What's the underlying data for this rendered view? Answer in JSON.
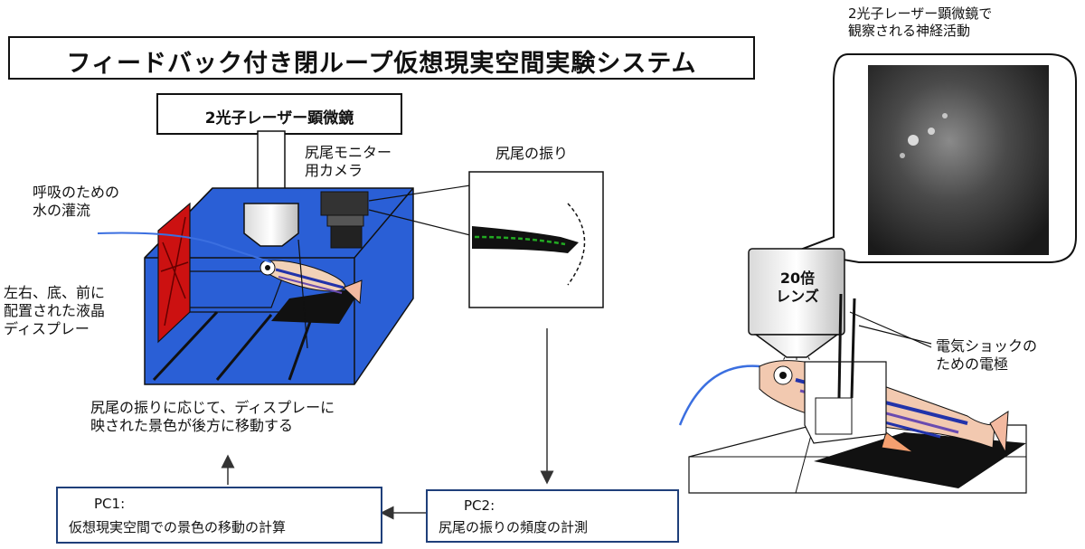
{
  "title": "フィードバック付き閉ループ仮想現実空間実験システム",
  "microscope_label": "2光子レーザー顕微鏡",
  "camera_label": [
    "尻尾モニター",
    "用カメラ"
  ],
  "water_label": [
    "呼吸のための",
    "水の灌流"
  ],
  "display_label": [
    "左右、底、前に",
    "配置された液晶",
    "ディスプレー"
  ],
  "tail_box_label": "尻尾の振り",
  "feedback_label": [
    "尻尾の振りに応じて、ディスプレーに",
    "映された景色が後方に移動する"
  ],
  "pc1": {
    "title": "PC1:",
    "desc": "仮想現実空間での景色の移動の計算"
  },
  "pc2": {
    "title": "PC2:",
    "desc": "尻尾の振りの頻度の計測"
  },
  "neural_label": [
    "2光子レーザー顕微鏡で",
    "観察される神経活動"
  ],
  "lens_label": [
    "20倍",
    "レンズ"
  ],
  "electrode_label": [
    "電気ショックの",
    "ための電極"
  ],
  "colors": {
    "tank_blue": "#2a5fd6",
    "screen_red": "#cc1111",
    "box_border": "#1f3f7a",
    "tail_green": "#22aa22",
    "water_line": "#3b6fe0"
  }
}
